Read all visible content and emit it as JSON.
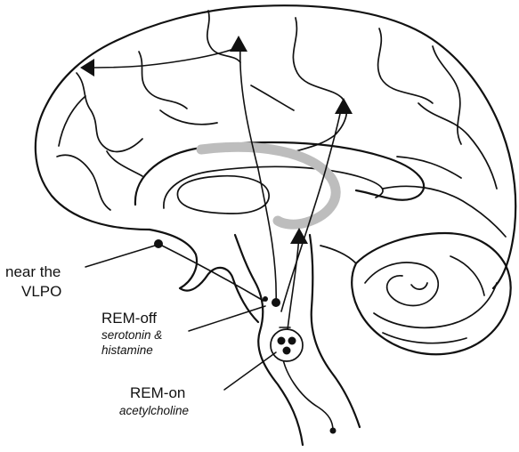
{
  "labels": {
    "vlpo_line1": "near the",
    "vlpo_line2": "VLPO",
    "rem_off_title": "REM-off",
    "rem_off_line1": "serotonin &",
    "rem_off_line2": "histamine",
    "rem_on_title": "REM-on",
    "rem_on_line1": "acetylcholine"
  },
  "colors": {
    "outline": "#111111",
    "fornix": "#bdbdbd",
    "background": "#ffffff"
  }
}
